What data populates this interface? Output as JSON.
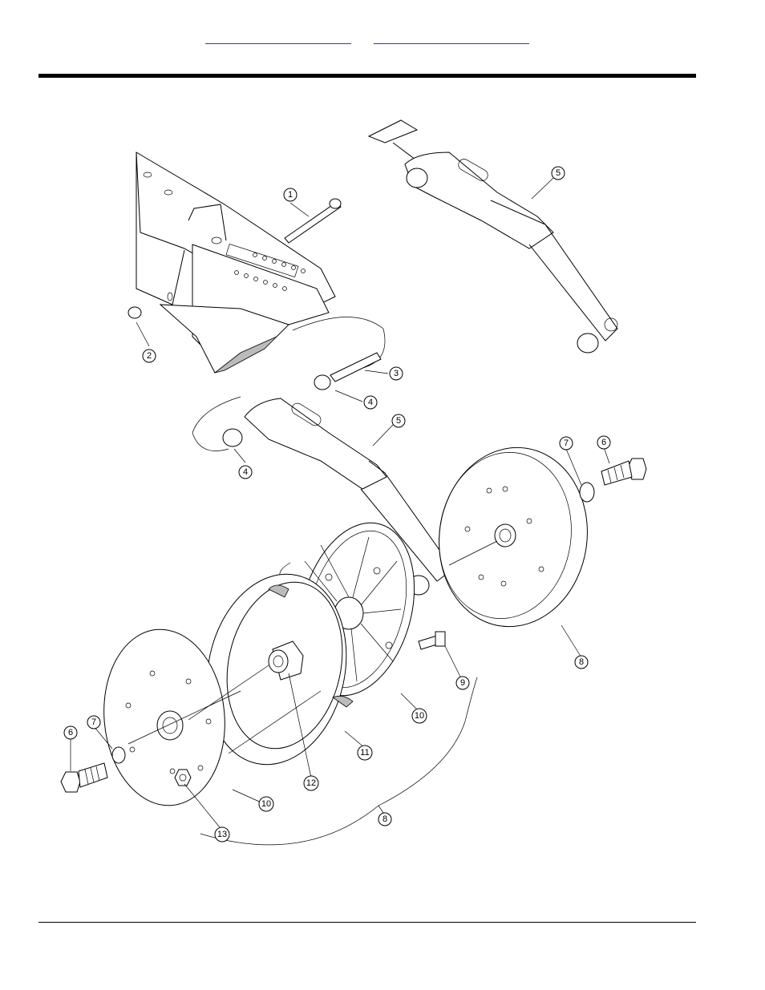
{
  "header": {
    "link_a": "",
    "link_b": ""
  },
  "callouts": [
    {
      "id": "c1",
      "n": "1"
    },
    {
      "id": "c2",
      "n": "2"
    },
    {
      "id": "c3",
      "n": "3"
    },
    {
      "id": "c4a",
      "n": "4"
    },
    {
      "id": "c4b",
      "n": "4"
    },
    {
      "id": "c5a",
      "n": "5"
    },
    {
      "id": "c5b",
      "n": "5"
    },
    {
      "id": "c6a",
      "n": "6"
    },
    {
      "id": "c6b",
      "n": "6"
    },
    {
      "id": "c7a",
      "n": "7"
    },
    {
      "id": "c7b",
      "n": "7"
    },
    {
      "id": "c8a",
      "n": "8"
    },
    {
      "id": "c8b",
      "n": "8"
    },
    {
      "id": "c9",
      "n": "9"
    },
    {
      "id": "c10a",
      "n": "10"
    },
    {
      "id": "c10b",
      "n": "10"
    },
    {
      "id": "c11",
      "n": "11"
    },
    {
      "id": "c12",
      "n": "12"
    },
    {
      "id": "c13",
      "n": "13"
    }
  ]
}
